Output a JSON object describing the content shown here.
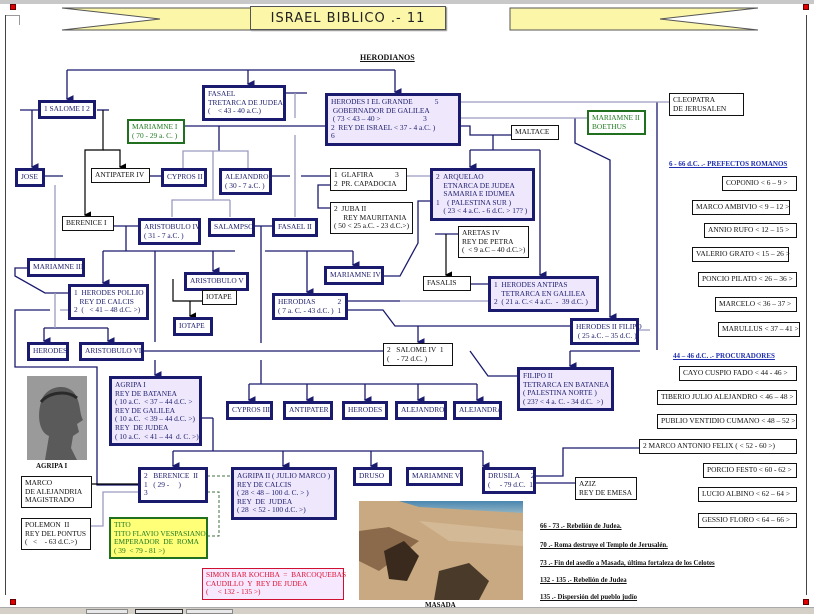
{
  "title": "ISRAEL BIBLICO .- 11",
  "subtitle": "HERODIANOS",
  "tree": {
    "salome_i": [
      "1 SALOME I 2"
    ],
    "fasael": [
      "FASAEL",
      "TRETARCA DE JUDEA",
      "(    < 43 - 40 a.C.)"
    ],
    "herodes_i": [
      "HERODES I EL GRANDE            5",
      " GOBERNADOR DE GALILEA",
      " ( 73 < 43 – 40 >                       3",
      "2  REY DE ISRAEL < 37 - 4 a.C. )",
      "6"
    ],
    "cleopatra": [
      "CLEOPATRA",
      "DE JERUSALEN"
    ],
    "mariamne_ii": [
      "MARIAMNE II",
      "BOETHUS"
    ],
    "mariamne_i": [
      "MARIAMNE I",
      "( 70 - 29 a. C. )"
    ],
    "maltace": [
      "MALTACE"
    ],
    "jose": [
      "JOSE"
    ],
    "antipater_iv": [
      "ANTIPATER IV"
    ],
    "cypros_ii": [
      "CYPROS II"
    ],
    "alejandro_1": [
      "ALEJANDRO",
      "( 30 - 7 a.C. )"
    ],
    "glafira": [
      "1  GLAFIRA            3",
      "2  PR. CAPADOCIA"
    ],
    "arquelao": [
      "2  ARQUELAO",
      "    ETNARCA DE JUDEA",
      "    SAMARIA E IDUMEA",
      "1    ( PALESTINA SUR )",
      "    ( 23 < 4 a.C. - 6 d.C. > 17? )"
    ],
    "juba_ii": [
      "2  JUBA II",
      "     REY MAURITANIA",
      "( 50 < 25 a.C. - 23 d.C.>)"
    ],
    "berenice_i": [
      "BERENICE I"
    ],
    "aristobulo_iv": [
      "ARISTOBULO IV",
      "( 31 - 7 a.C. )"
    ],
    "salampso": [
      "SALAMPSO"
    ],
    "fasael_ii": [
      "FASAEL II"
    ],
    "aretas_iv": [
      "ARETAS IV",
      "REY DE PETRA",
      "(  < 9 a.C – 40 d.C.>)"
    ],
    "mariamne_iii": [
      "MARIAMNE III"
    ],
    "aristobulo_v": [
      "ARISTOBULO V"
    ],
    "mariamne_iv": [
      "MARIAMNE IV"
    ],
    "fasalis": [
      "FASALIS"
    ],
    "herodes_antipas": [
      "1  HERODES ANTIPAS",
      "    TETRARCA EN GALILEA",
      "2  ( 21 a. C.< 4 a.C.  -  39 d.C. )"
    ],
    "herodes_pollio": [
      "1  HERODES POLLIO",
      "   REY DE CALCIS",
      "2  (   < 41 – 48 d.C. >)"
    ],
    "iotape_1": [
      "IOTAPE"
    ],
    "iotape_2": [
      "IOTAPE"
    ],
    "herodias": [
      "HERODIAS            2",
      "( 7 a. C. - 43 d.C. )  1"
    ],
    "herodes_ii_filipo": [
      "HERODES II FILIPO",
      " ( 25 a.C. – 35 d.C. )"
    ],
    "herodes_1": [
      "HERODES"
    ],
    "aristobulo_vi": [
      "ARISTOBULO VI"
    ],
    "salome_iv": [
      "2   SALOME IV  1",
      "(    - 72 d.C. )"
    ],
    "filipo_ii": [
      "FILIPO II",
      "TETRARCA EN BATANEA",
      "( PALESTINA NORTE )",
      "( 23? < 4 a. C. - 34 d.C.  >)"
    ],
    "agripa_i": [
      "AGRIPA I",
      "REY DE BATANEA",
      "( 10 a.C.  < 37 – 44 d.C. >",
      "REY DE GALILEA",
      "( 10 a.C.  < 39 – 44 d.C. >)",
      "REY  DE JUDEA",
      "( 10 a.C.  < 41 – 44  d. C. >)"
    ],
    "cypros_iii": [
      "CYPROS III"
    ],
    "antipater": [
      "ANTIPATER"
    ],
    "herodes_2": [
      "HERODES"
    ],
    "alejandro_2": [
      "ALEJANDRO"
    ],
    "alejandra": [
      "ALEJANDRA"
    ],
    "berenice_ii": [
      "2   BERENICE  II",
      "1   ( 29 -     )",
      "3"
    ],
    "agripa_ii": [
      "AGRIPA II ( JULIO MARCO )",
      "REY DE CALCIS",
      "( 28 < 48 – 100 d. C. > )",
      "REY  DE  JUDEA",
      "( 28  < 52 - 100 d.C. >)"
    ],
    "druso": [
      "DRUSO"
    ],
    "mariamne_v": [
      "MARIAMNE V"
    ],
    "drusila": [
      "DRUSILA      2",
      "(     - 79 d.C.  1"
    ],
    "aziz": [
      "AZIZ",
      "REY DE EMESA"
    ],
    "marco": [
      "MARCO",
      "DE ALEJANDRIA",
      "MAGISTRADO"
    ],
    "polemon_ii": [
      "POLEMON  II",
      "REY DEL PONTUS",
      "(   <    - 63 d.C.>)"
    ],
    "tito": [
      "TITO",
      "TITO FLAVIO VESPASIANO",
      "EMPERADOR  DE  ROMA",
      "( 39  < 79 - 81 >)"
    ],
    "simon": [
      "SIMON BAR KOCHBA  =  BARCOQUEBAS",
      "CAUDILLO  Y  REY DE JUDEA",
      "(     < 132 - 135 >)"
    ]
  },
  "portraits": {
    "agripa_label": "AGRIPA  I",
    "masada_label": "MASADA"
  },
  "prefectos": {
    "heading": "6 - 66 d.C. .- PREFECTOS ROMANOS",
    "items": [
      "COPONIO  < 6 – 9  >",
      "MARCO AMBIVIO  < 9 – 12  >",
      "ANNIO RUFO  < 12 – 15  >",
      "VALERIO GRATO  < 15 – 26  >",
      "PONCIO PILATO  < 26 – 36 >",
      "MARCELO < 36 – 37 >",
      "MARULLUS  < 37 – 41 >"
    ]
  },
  "procuradores": {
    "heading": "44 – 46 d.C. .- PROCURADORES",
    "items": [
      "CAYO CUSPIO FADO  < 44 - 46  >",
      "TIBERIO JULIO ALEJANDRO  < 46 – 48 >",
      "PUBLIO VENTIDIO CUMANO  < 48 – 52 >",
      "2   MARCO ANTONIO FELIX  (     < 52 - 60  >)",
      "PORCIO FEST0  < 60 -  62 >",
      "LUCIO ALBINO   < 62 – 64 >",
      "GESSIO FLORO   < 64 – 66 >"
    ]
  },
  "events": [
    "66 - 73 .-  Rebelión  de  Judea.",
    "70 .- Roma  destruye  el  Templo  de  Jerusalén.",
    "73 .-  Fin  del  asedio a  Masada,  última  fortaleza  de  los  Celotes",
    "132  -  135  .-  Rebelión  de  Judea",
    "135  .-  Dispersión  del  pueblo  judío"
  ],
  "colors": {
    "navy": "#1a1a6e",
    "lavender": "#efe8fd",
    "green": "#207020",
    "yellow": "#ffff78",
    "red": "#d01030",
    "banner": "#fbf6a8"
  }
}
